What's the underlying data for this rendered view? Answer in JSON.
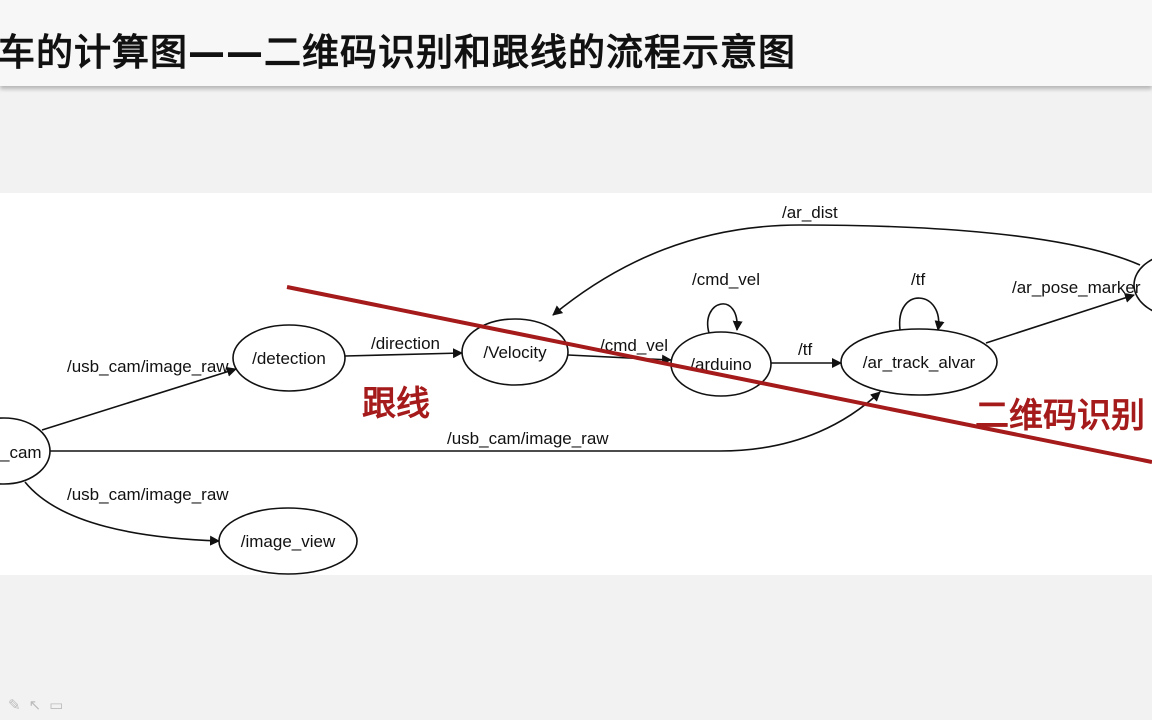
{
  "slide": {
    "title": "车的计算图——二维码识别和跟线的流程示意图"
  },
  "diagram": {
    "nodes": {
      "usb_cam": "_cam",
      "detection": "/detection",
      "velocity": "/Velocity",
      "arduino": "/arduino",
      "ar_track_alvar": "/ar_track_alvar",
      "image_view": "/image_view"
    },
    "edges": {
      "cam_to_detection": "/usb_cam/image_raw",
      "cam_to_ar_track": "/usb_cam/image_raw",
      "cam_to_image_view": "/usb_cam/image_raw",
      "detection_to_velocity": "/direction",
      "velocity_to_arduino": "/cmd_vel",
      "arduino_self": "/cmd_vel",
      "arduino_to_ar_track": "/tf",
      "ar_track_self": "/tf",
      "ar_track_to_marker": "/ar_pose_marker",
      "ar_dist": "/ar_dist"
    },
    "annotations": {
      "line_following": "跟线",
      "qr_recognition": "二维码识别"
    },
    "annotation_color": "#a51a1a"
  },
  "toolbar": {
    "icons": [
      "pen-icon",
      "pointer-icon",
      "camera-icon"
    ]
  }
}
